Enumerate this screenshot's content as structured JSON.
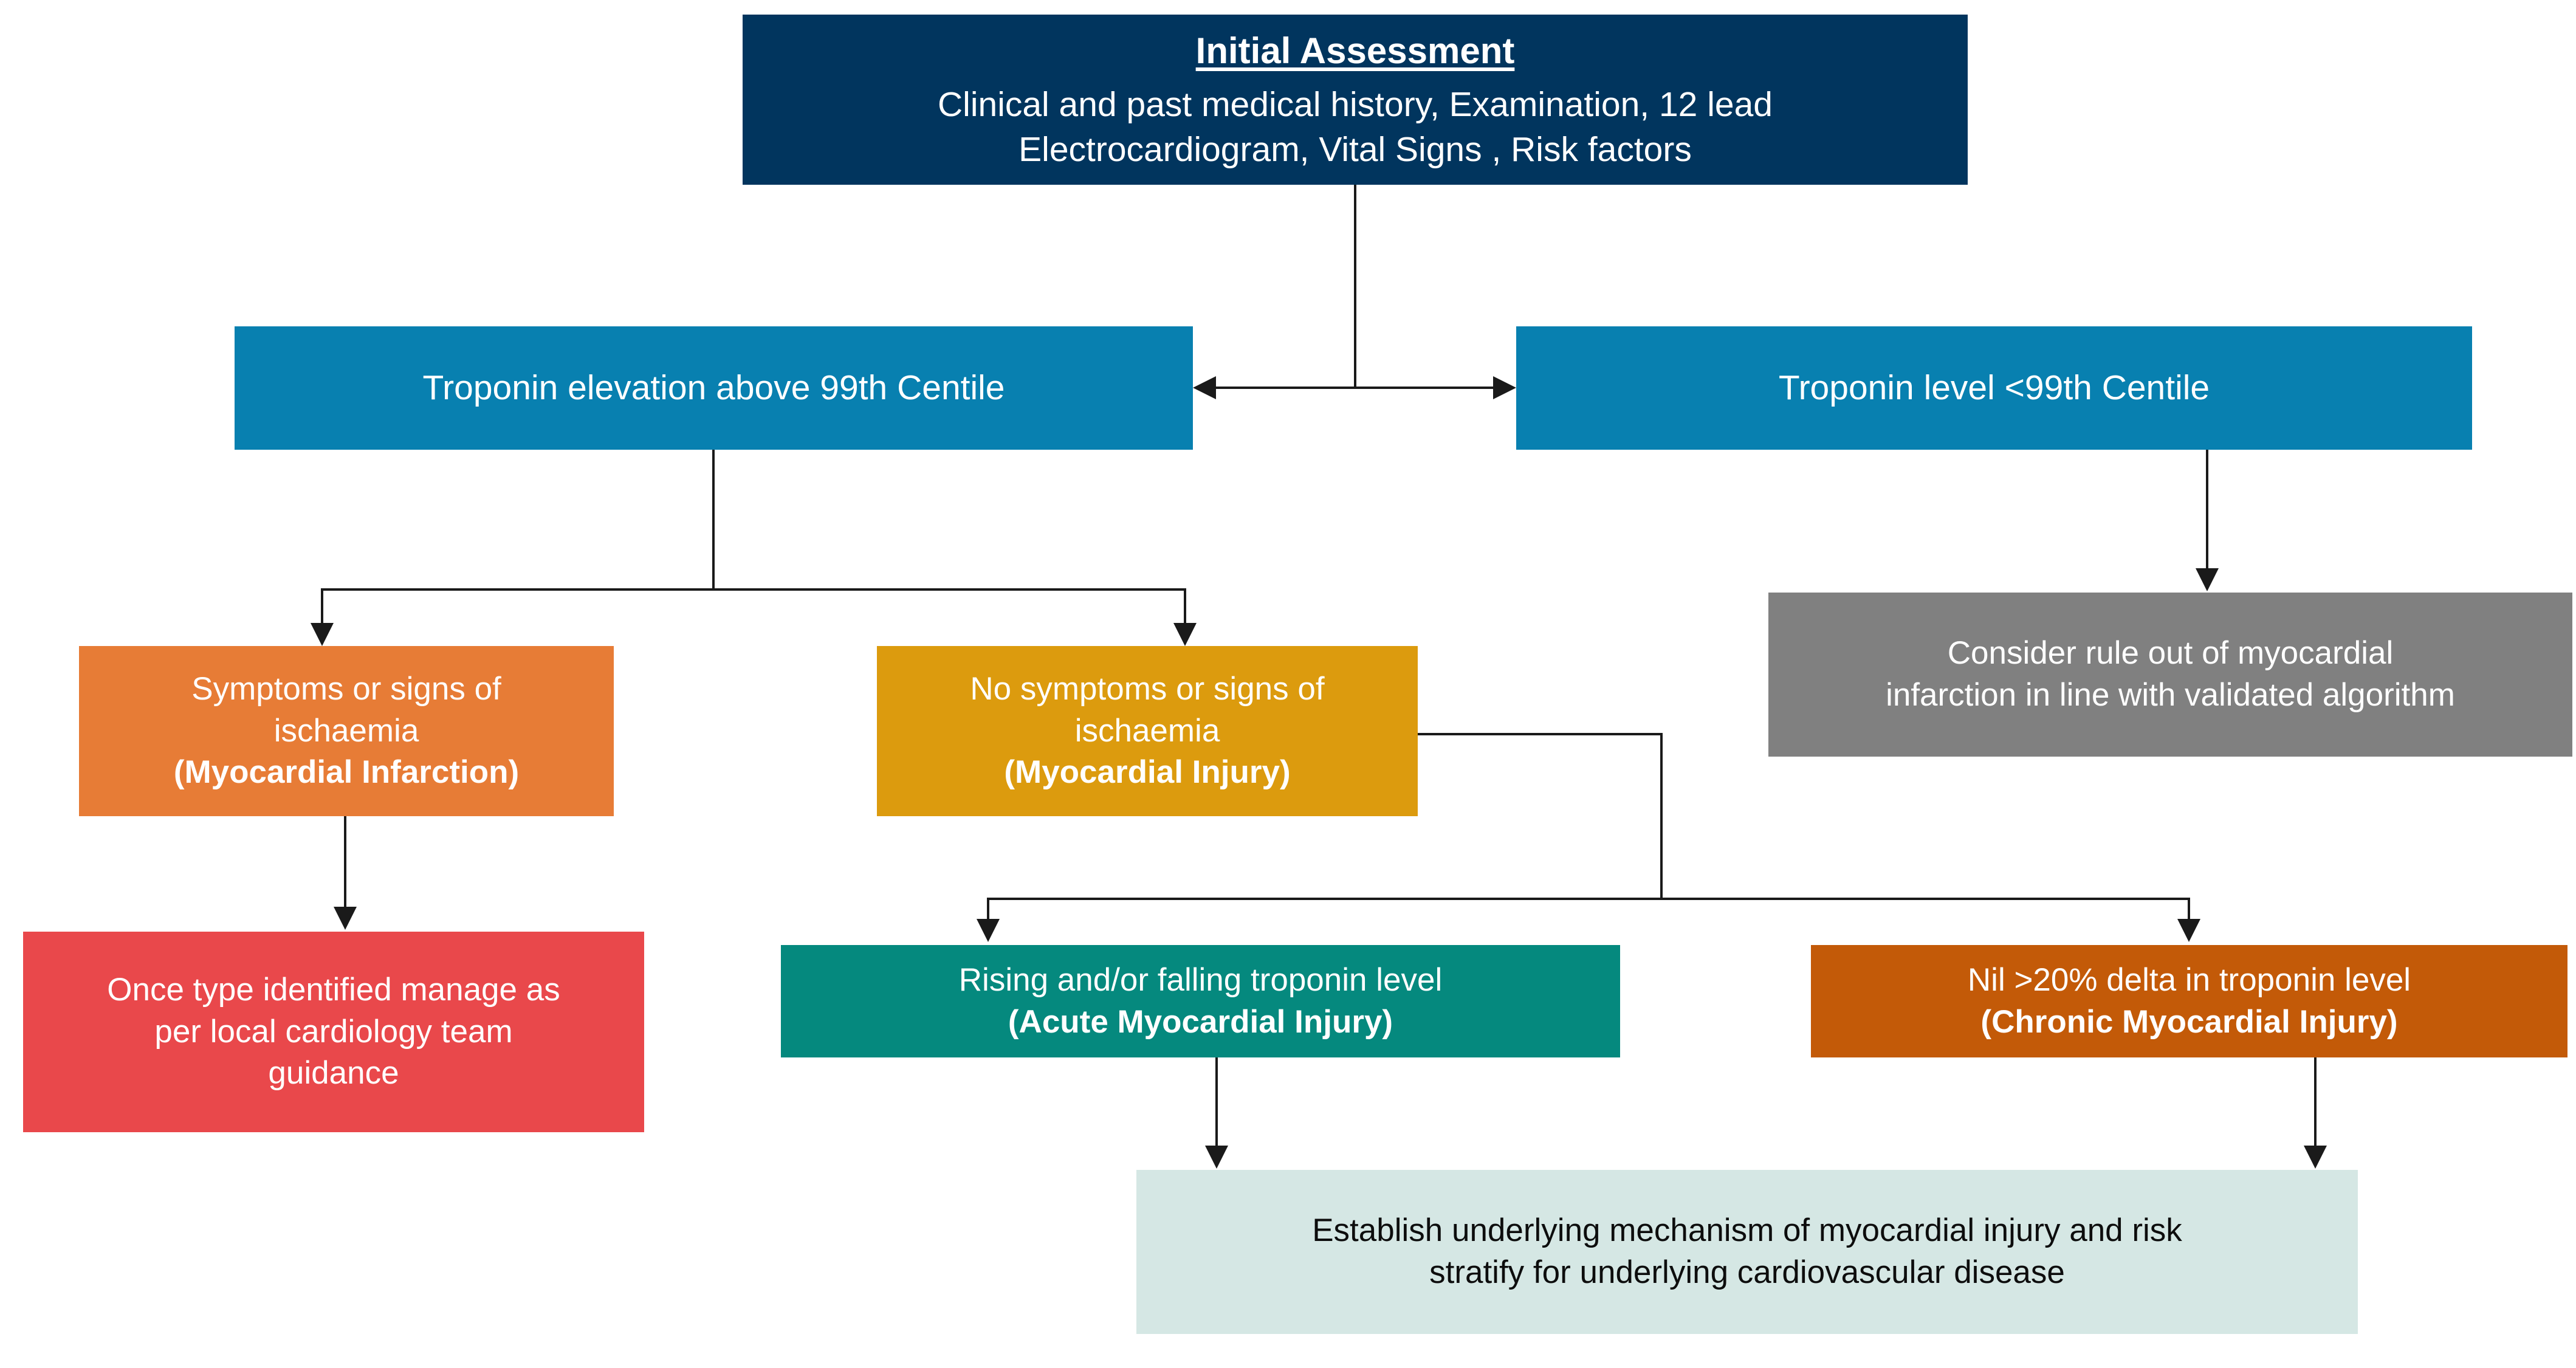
{
  "diagram": {
    "title": "Troponin-based myocardial injury assessment pathway",
    "palette": {
      "navy": "#01355E",
      "blue": "#0880B0",
      "orange": "#E77C36",
      "gold": "#DC9B0E",
      "gray": "#808080",
      "red": "#E9484B",
      "teal": "#05897E",
      "brown": "#C35A08",
      "light_blue": "#D5E7E4",
      "connector": "#1A1A1A",
      "text_on_fill": "#FFFFFF",
      "text_on_light": "#0D0D0D"
    },
    "nodes": {
      "initial_assessment": {
        "title": "Initial Assessment",
        "line1": "Clinical and past medical history, Examination, 12 lead",
        "line2": "Electrocardiogram, Vital Signs , Risk factors"
      },
      "troponin_elevated": {
        "line1": "Troponin elevation above 99th Centile"
      },
      "troponin_normal": {
        "line1": "Troponin level <99th Centile"
      },
      "symptoms_ischaemia": {
        "line1": "Symptoms or signs of",
        "line2": "ischaemia",
        "line3": "(Myocardial Infarction)"
      },
      "no_symptoms_ischaemia": {
        "line1": "No symptoms or signs of",
        "line2": "ischaemia",
        "line3": "(Myocardial Injury)"
      },
      "rule_out": {
        "line1": "Consider rule out of myocardial",
        "line2": "infarction in line with validated algorithm"
      },
      "manage_local_guidance": {
        "line1": "Once type identified manage as",
        "line2": "per local cardiology team",
        "line3": "guidance"
      },
      "acute_injury": {
        "line1": "Rising and/or falling troponin level",
        "line2": "(Acute Myocardial Injury)"
      },
      "chronic_injury": {
        "line1": "Nil >20% delta in troponin level",
        "line2": "(Chronic Myocardial Injury)"
      },
      "establish_mechanism": {
        "line1": "Establish underlying mechanism of myocardial injury and risk",
        "line2": "stratify for underlying cardiovascular disease"
      }
    },
    "edges": [
      {
        "from": "initial_assessment",
        "to": "troponin_elevated",
        "style": "bidirectional"
      },
      {
        "from": "initial_assessment",
        "to": "troponin_normal",
        "style": "bidirectional"
      },
      {
        "from": "troponin_elevated",
        "to": "symptoms_ischaemia",
        "style": "arrow"
      },
      {
        "from": "troponin_elevated",
        "to": "no_symptoms_ischaemia",
        "style": "arrow"
      },
      {
        "from": "troponin_normal",
        "to": "rule_out",
        "style": "arrow"
      },
      {
        "from": "symptoms_ischaemia",
        "to": "manage_local_guidance",
        "style": "arrow"
      },
      {
        "from": "no_symptoms_ischaemia",
        "to": "acute_injury",
        "style": "arrow"
      },
      {
        "from": "no_symptoms_ischaemia",
        "to": "chronic_injury",
        "style": "arrow"
      },
      {
        "from": "acute_injury",
        "to": "establish_mechanism",
        "style": "arrow"
      },
      {
        "from": "chronic_injury",
        "to": "establish_mechanism",
        "style": "arrow"
      }
    ]
  }
}
